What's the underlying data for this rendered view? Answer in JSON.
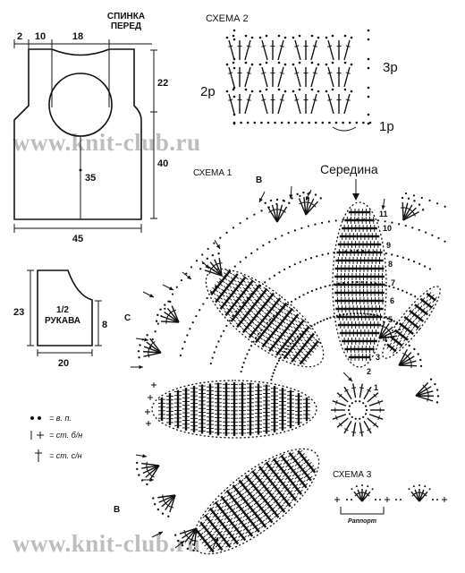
{
  "watermark": {
    "text": "www.knit-club.ru"
  },
  "vest": {
    "title_line1": "СПИНКА",
    "title_line2": "ПЕРЕД",
    "top_dims": [
      "2",
      "10",
      "18"
    ],
    "right_upper": "22",
    "right_total": "40",
    "center": "35",
    "bottom": "45"
  },
  "sleeve": {
    "label_line1": "1/2",
    "label_line2": "РУКАВА",
    "left": "23",
    "right": "8",
    "bottom": "20"
  },
  "legend": {
    "chain": "= в. п.",
    "sc": "= ст. б/н",
    "dc": "= ст. с/н"
  },
  "scheme2": {
    "title": "СХЕМА 2",
    "row_labels": [
      "3р",
      "2р",
      "1р"
    ]
  },
  "scheme1": {
    "title": "СХЕМА 1",
    "center_label": "Середина",
    "letters": [
      "В",
      "С",
      "В"
    ],
    "row_numbers": [
      "1",
      "2",
      "3",
      "4",
      "5",
      "6",
      "7",
      "8",
      "9",
      "10",
      "11"
    ]
  },
  "scheme3": {
    "title": "СХЕМА 3",
    "repeat_label": "Раппорт"
  },
  "colors": {
    "ink": "#111111",
    "watermark": "#bdbdbd",
    "background": "#ffffff"
  }
}
